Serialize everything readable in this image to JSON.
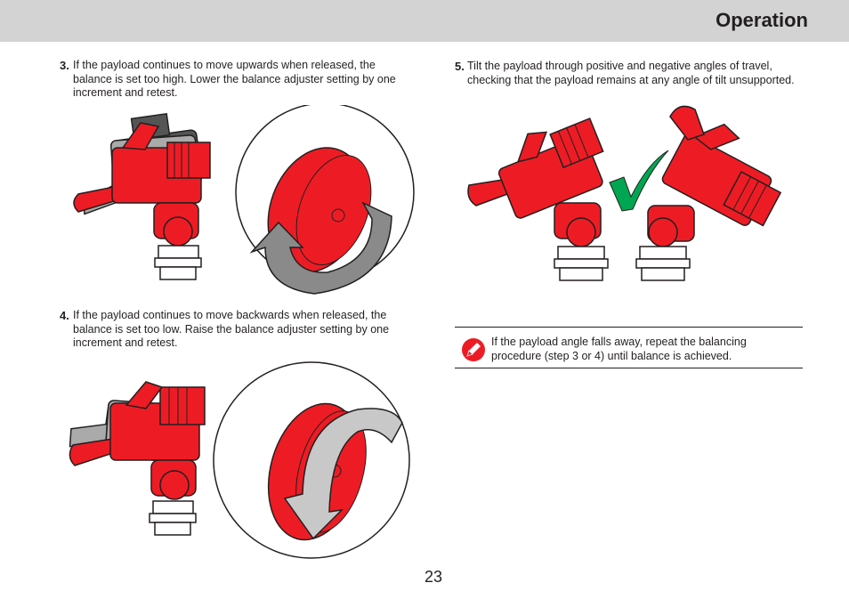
{
  "header": {
    "title": "Operation"
  },
  "steps": [
    {
      "number": "3.",
      "text": "If the payload continues to move upwards when released, the balance is set too high. Lower the balance adjuster setting by one increment and retest."
    },
    {
      "number": "4.",
      "text": "If the payload continues to move backwards when released, the balance is set too low. Raise the balance adjuster setting by one increment and retest."
    },
    {
      "number": "5.",
      "text": "Tilt the payload through positive and negative angles of travel, checking that the payload remains at any angle of tilt unsupported."
    }
  ],
  "note": {
    "icon": "pencil-icon",
    "text": "If the payload angle falls away, repeat the balancing procedure (step 3 or 4) until balance is achieved."
  },
  "page": {
    "number": "23"
  },
  "colors": {
    "accent": "#ed1c24",
    "check": "#00a651",
    "header_bg": "#d3d3d3",
    "arrow_gray": "#8a8a8a"
  }
}
